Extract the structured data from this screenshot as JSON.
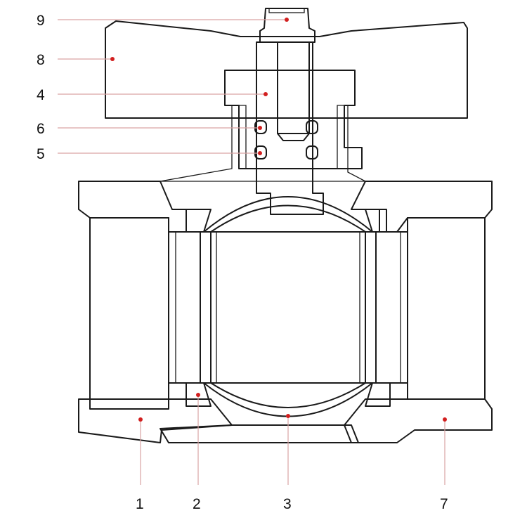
{
  "labels": {
    "9": "9",
    "8": "8",
    "4": "4",
    "6": "6",
    "5": "5",
    "1": "1",
    "2": "2",
    "3": "3",
    "7": "7"
  },
  "colors": {
    "outline": "#1a1a1a",
    "leader": "#d9a3a3",
    "marker": "#d21f1f"
  }
}
